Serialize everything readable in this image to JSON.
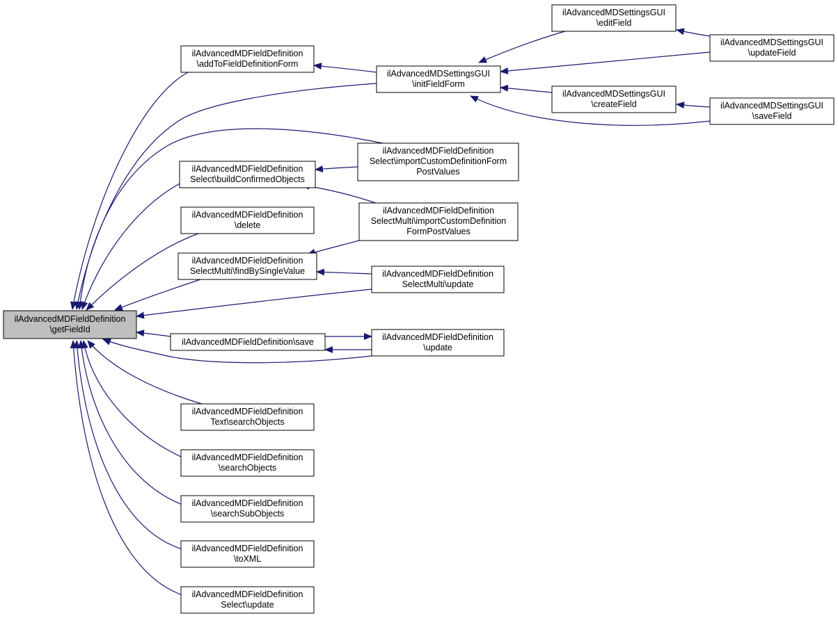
{
  "colors": {
    "edge": "#191970",
    "node_fill": "#ffffff",
    "focus_fill": "#bfbfbf",
    "border": "#000000"
  },
  "nodes": [
    {
      "id": "getFieldId",
      "lines": [
        "ilAdvancedMDFieldDefinition",
        "\\getFieldId"
      ],
      "focus": true
    },
    {
      "id": "addToFieldDefinitionForm",
      "lines": [
        "ilAdvancedMDFieldDefinition",
        "\\addToFieldDefinitionForm"
      ]
    },
    {
      "id": "initFieldForm",
      "lines": [
        "ilAdvancedMDSettingsGUI",
        "\\initFieldForm"
      ]
    },
    {
      "id": "editField",
      "lines": [
        "ilAdvancedMDSettingsGUI",
        "\\editField"
      ]
    },
    {
      "id": "updateField",
      "lines": [
        "ilAdvancedMDSettingsGUI",
        "\\updateField"
      ]
    },
    {
      "id": "createField",
      "lines": [
        "ilAdvancedMDSettingsGUI",
        "\\createField"
      ]
    },
    {
      "id": "saveField",
      "lines": [
        "ilAdvancedMDSettingsGUI",
        "\\saveField"
      ]
    },
    {
      "id": "buildConfirmedObjects",
      "lines": [
        "ilAdvancedMDFieldDefinition",
        "Select\\buildConfirmedObjects"
      ]
    },
    {
      "id": "importSelect",
      "lines": [
        "ilAdvancedMDFieldDefinition",
        "Select\\importCustomDefinitionForm",
        "PostValues"
      ]
    },
    {
      "id": "delete",
      "lines": [
        "ilAdvancedMDFieldDefinition",
        "\\delete"
      ]
    },
    {
      "id": "importSelectMulti",
      "lines": [
        "ilAdvancedMDFieldDefinition",
        "SelectMulti\\importCustomDefinition",
        "FormPostValues"
      ]
    },
    {
      "id": "findBySingleValue",
      "lines": [
        "ilAdvancedMDFieldDefinition",
        "SelectMulti\\findBySingleValue"
      ]
    },
    {
      "id": "updateSelectMulti",
      "lines": [
        "ilAdvancedMDFieldDefinition",
        "SelectMulti\\update"
      ]
    },
    {
      "id": "save",
      "lines": [
        "ilAdvancedMDFieldDefinition\\save"
      ]
    },
    {
      "id": "update",
      "lines": [
        "ilAdvancedMDFieldDefinition",
        "\\update"
      ]
    },
    {
      "id": "textSearchObjects",
      "lines": [
        "ilAdvancedMDFieldDefinition",
        "Text\\searchObjects"
      ]
    },
    {
      "id": "searchObjects",
      "lines": [
        "ilAdvancedMDFieldDefinition",
        "\\searchObjects"
      ]
    },
    {
      "id": "searchSubObjects",
      "lines": [
        "ilAdvancedMDFieldDefinition",
        "\\searchSubObjects"
      ]
    },
    {
      "id": "toXML",
      "lines": [
        "ilAdvancedMDFieldDefinition",
        "\\toXML"
      ]
    },
    {
      "id": "selectUpdate",
      "lines": [
        "ilAdvancedMDFieldDefinition",
        "Select\\update"
      ]
    }
  ]
}
